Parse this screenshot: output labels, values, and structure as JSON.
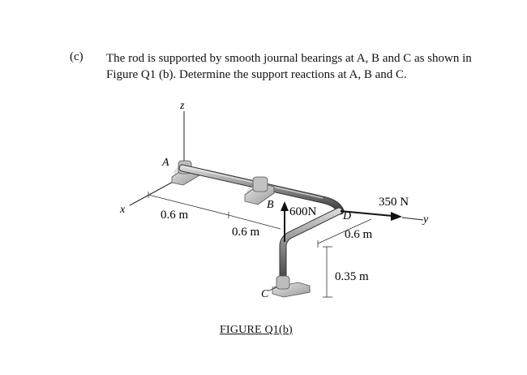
{
  "question": {
    "label": "(c)",
    "line1": "The rod is supported by smooth journal bearings at A, B and C as shown in",
    "line2": "Figure Q1 (b). Determine the support reactions at A, B and C."
  },
  "figure": {
    "axes": {
      "z": "z",
      "x": "x",
      "y": "y"
    },
    "points": {
      "A": "A",
      "B": "B",
      "C": "C",
      "D": "D"
    },
    "dimensions": {
      "ab": "0.6 m",
      "b_bend": "0.6 m",
      "d_y": "0.6 m",
      "vertical": "0.35 m"
    },
    "forces": {
      "vertical": "600N",
      "horizontal": "350 N"
    },
    "caption": "FIGURE Q1(b)"
  }
}
